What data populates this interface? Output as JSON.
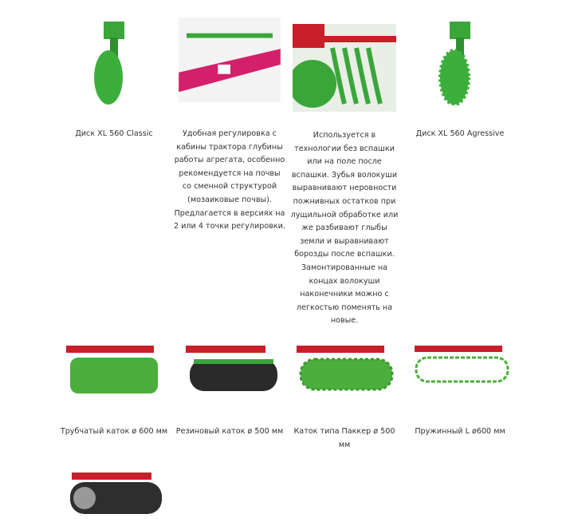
{
  "row1": [
    {
      "caption": "Диск XL 560 Classic"
    },
    {
      "caption": "Удобная регулировка с кабины трактора глубины работы агрегата, особенно рекомендуется на почвы со сменной структурой (мозаиковые почвы). Предлагается в версиях на 2 или 4 точки регулировки."
    },
    {
      "caption": "Используется в технологии без вспашки или на поле после вспашки. Зубья волокуши выравнивают неровности пожнивных остатков при лущильной обработке или же разбивают глыбы земли и выравнивают борозды после вспашки. Замонтированные на концах волокуши наконечники можно с легкостью поменять на новые."
    },
    {
      "caption": "Диск XL 560 Agressive"
    }
  ],
  "row2": [
    {
      "caption": "Трубчатый каток ø 600 мм"
    },
    {
      "caption": "Резиновый каток ø 500 мм"
    },
    {
      "caption": "Каток типа Паккер ø 500 мм"
    },
    {
      "caption": "Пружинный L ø600 мм"
    }
  ],
  "colors": {
    "green": "#3aa63a",
    "red": "#d4202a"
  }
}
